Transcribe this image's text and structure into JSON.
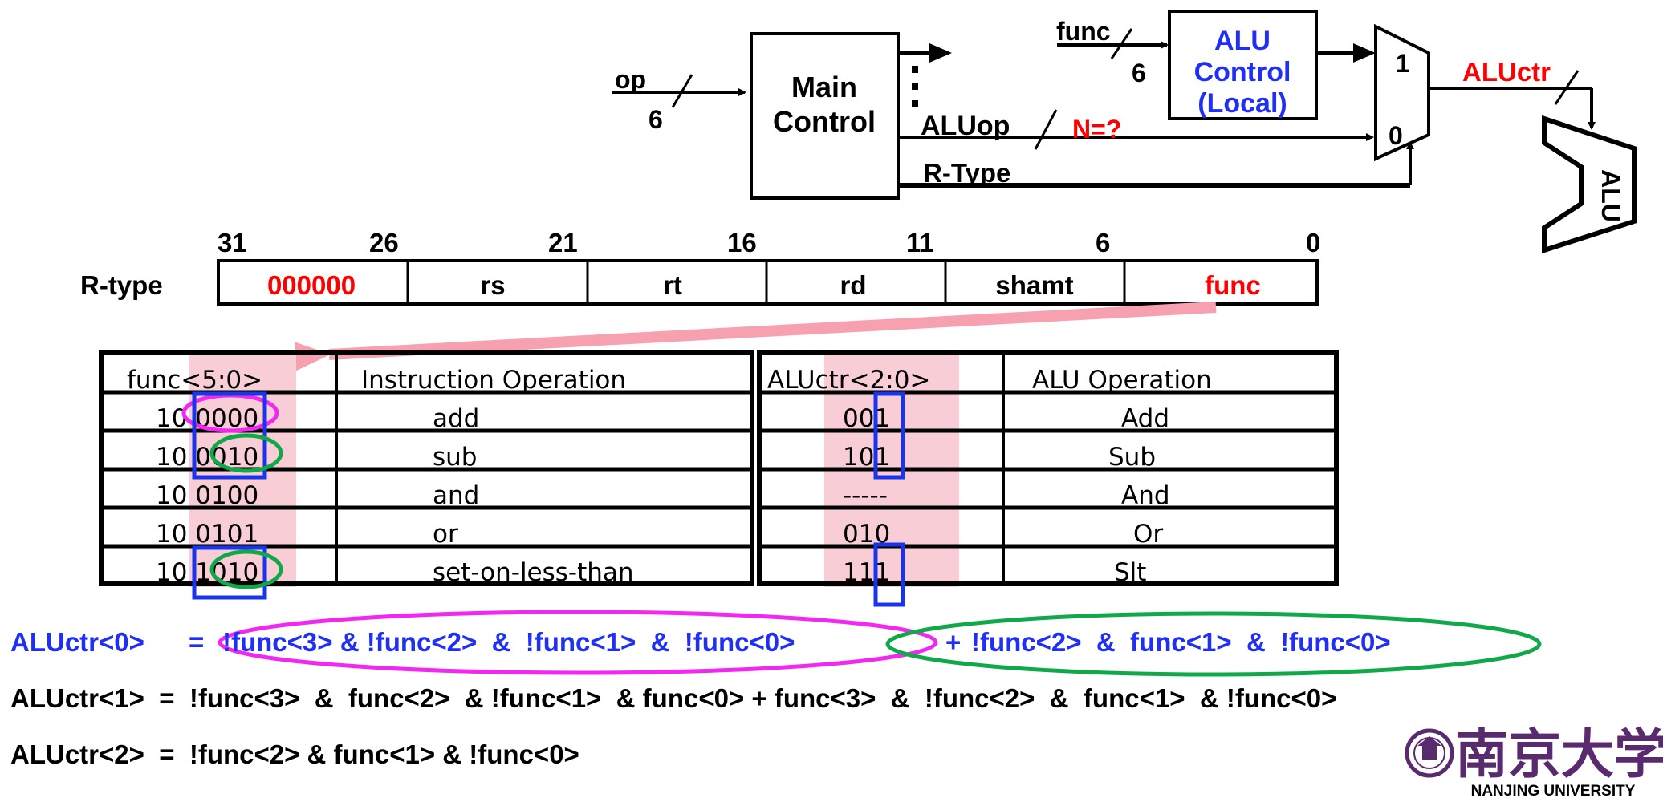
{
  "colors": {
    "red": "#ff0000",
    "blue": "#1f2ff5",
    "magenta": "#f028f0",
    "green": "#11a84a",
    "pink_band": "#f8cdd6",
    "pink_arrow": "#f7a1b0",
    "box_blue": "#1a35e8"
  },
  "top_diagram": {
    "op_label": "op",
    "op_width": "6",
    "main_control_line1": "Main",
    "main_control_line2": "Control",
    "aluop_label": "ALUop",
    "n_label": "N=?",
    "rtype_label": "R-Type",
    "func_label": "func",
    "func_width": "6",
    "alu_control_line1": "ALU",
    "alu_control_line2": "Control",
    "alu_control_line3": "(Local)",
    "mux_in1": "1",
    "mux_in0": "0",
    "aluctr_label": "ALUctr",
    "alu_label": "ALU"
  },
  "instruction_format": {
    "row_label": "R-type",
    "bit_labels": [
      "31",
      "26",
      "21",
      "16",
      "11",
      "6",
      "0"
    ],
    "fields": [
      "000000",
      "rs",
      "rt",
      "rd",
      "shamt",
      "func"
    ]
  },
  "table": {
    "headers": [
      "func<5:0>",
      "Instruction Operation",
      "ALUctr<2:0>",
      "ALU Operation"
    ],
    "rows": [
      {
        "func": "10 0000",
        "instr": "add",
        "aluctr": "001",
        "aluop": "Add"
      },
      {
        "func": "10 0010",
        "instr": "sub",
        "aluctr": "101",
        "aluop": "Sub"
      },
      {
        "func": "10 0100",
        "instr": "and",
        "aluctr": "-----",
        "aluop": "And"
      },
      {
        "func": "10 0101",
        "instr": "or",
        "aluctr": "010",
        "aluop": "Or"
      },
      {
        "func": "10 1010",
        "instr": "set-on-less-than",
        "aluctr": "111",
        "aluop": "Slt"
      }
    ]
  },
  "equations": {
    "eq0_lhs": "ALUctr<0>",
    "eq0_eq": "=",
    "eq0_term1": "!func<3> & !func<2>  &  !func<1>  &  !func<0>",
    "eq0_plus": "+",
    "eq0_term2": "!func<2>  &  func<1>  &  !func<0>",
    "eq1": "ALUctr<1>  =  !func<3>  &  func<2>  & !func<1>  & func<0> + func<3>  &  !func<2>  &  func<1>  & !func<0>",
    "eq2": "ALUctr<2>  =  !func<2> & func<1> & !func<0>"
  },
  "logo": {
    "chinese_name": "南京大学",
    "english_name": "NANJING UNIVERSITY"
  }
}
